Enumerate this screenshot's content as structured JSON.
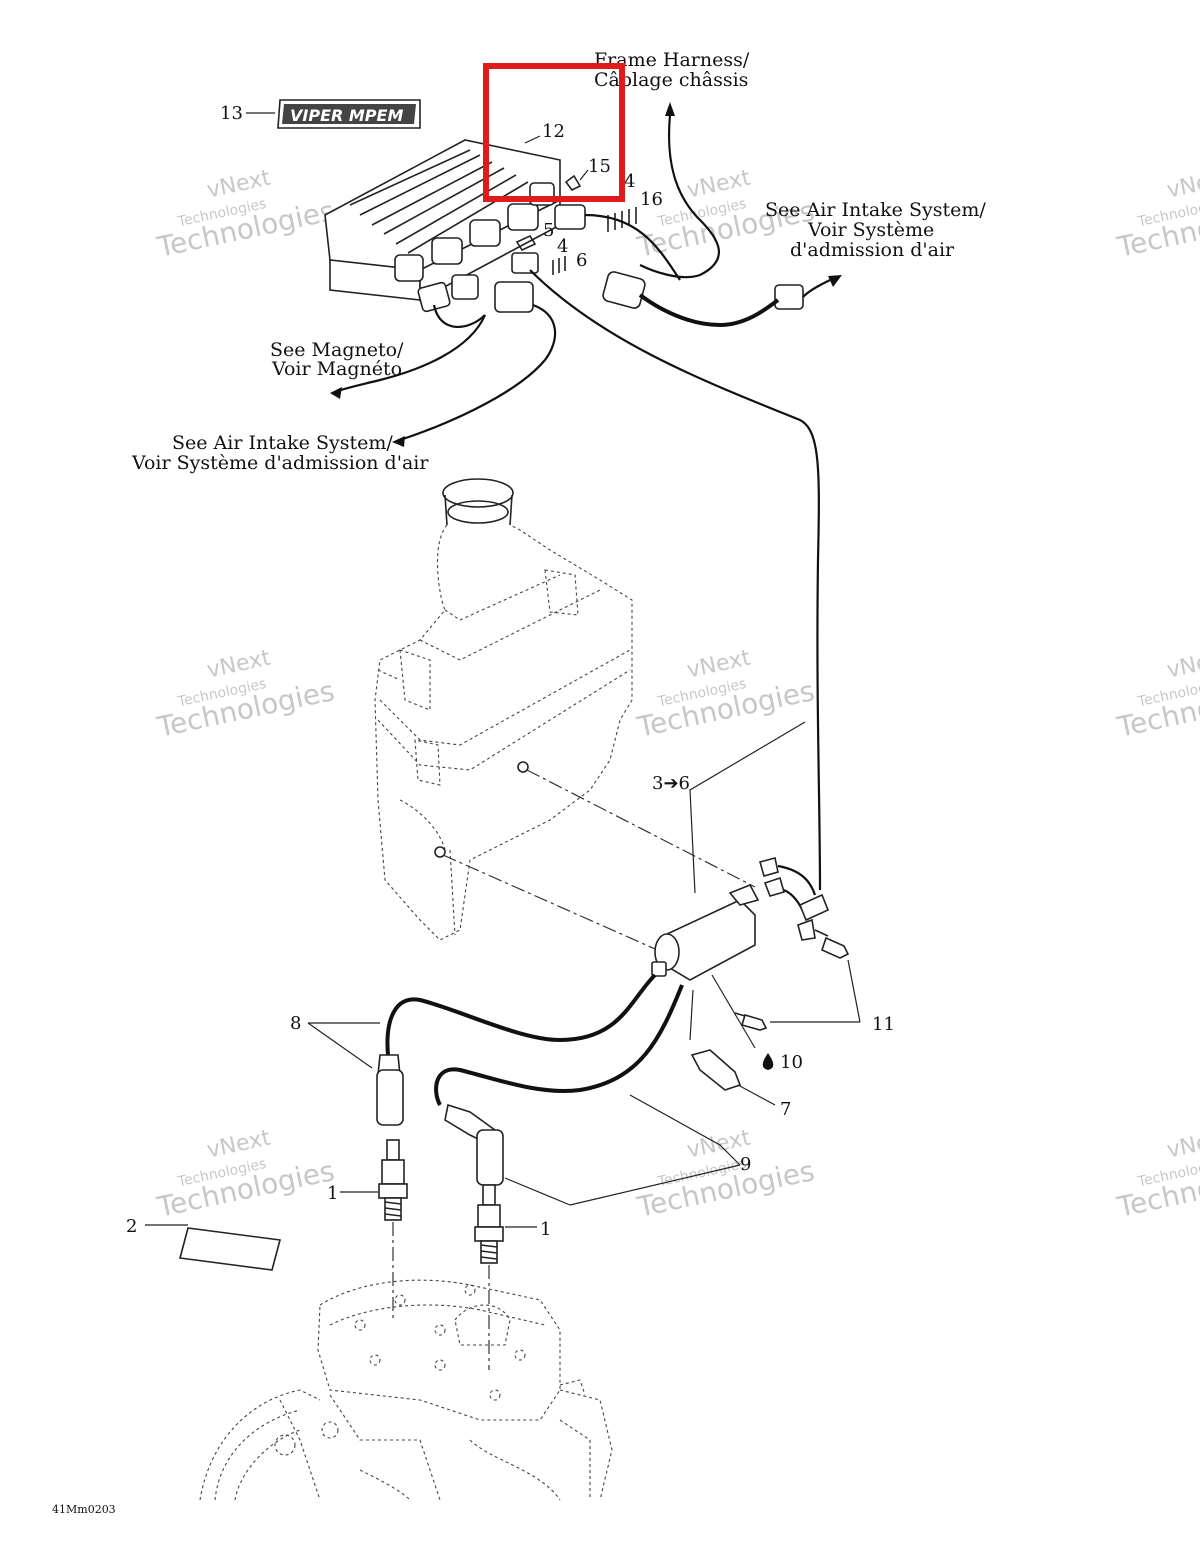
{
  "labels": {
    "frame_harness": [
      "Frame Harness/",
      "Câblage châssis"
    ],
    "air_intake_right": [
      "See Air Intake System/",
      "Voir Système",
      "d'admission d'air"
    ],
    "magneto": [
      "See Magneto/",
      "Voir Magnéto"
    ],
    "air_intake_left": [
      "See Air Intake System/",
      "Voir Système d'admission d'air"
    ],
    "drawing_code": "41Mm0203"
  },
  "callouts": {
    "c1a": "1",
    "c1b": "1",
    "c2": "2",
    "c3_6": "3➔6",
    "c4a": "4",
    "c4b": "4",
    "c5": "5",
    "c6": "6",
    "c7": "7",
    "c8": "8",
    "c9": "9",
    "c10": "10",
    "c11": "11",
    "c12": "12",
    "c13": "13",
    "c15": "15",
    "c16": "16"
  },
  "logo_text": "VIPER MPEM",
  "watermark": [
    "vNext",
    "Technologies"
  ],
  "highlight": {
    "color": "#e01b1b"
  }
}
